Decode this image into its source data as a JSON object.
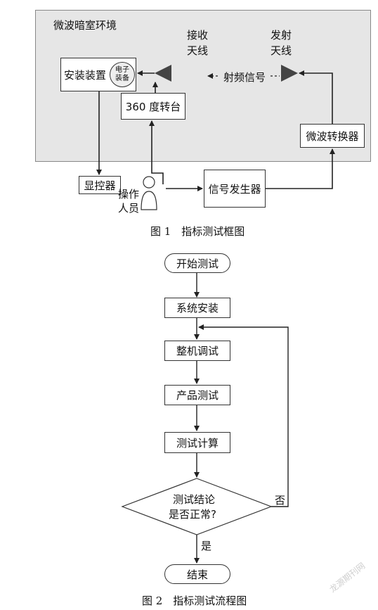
{
  "fig1": {
    "chamber_label": "微波暗室环境",
    "receive_antenna": [
      "接收",
      "天线"
    ],
    "transmit_antenna": [
      "发射",
      "天线"
    ],
    "rf_signal": "射频信号",
    "install_device": "安装装置",
    "electronic_equipment": [
      "电子",
      "装备"
    ],
    "turntable": "360 度转台",
    "microwave_converter": "微波转换器",
    "display_controller": "显控器",
    "operator": [
      "操作",
      "人员"
    ],
    "signal_generator": "信号发生器",
    "caption": "图 1　指标测试框图"
  },
  "fig2": {
    "start": "开始测试",
    "steps": [
      "系统安装",
      "整机调试",
      "产品测试",
      "测试计算"
    ],
    "decision": [
      "测试结论",
      "是否正常?"
    ],
    "no_label": "否",
    "yes_label": "是",
    "end": "结束",
    "caption": "图 2　指标测试流程图"
  },
  "watermark": "龙源期刊网"
}
